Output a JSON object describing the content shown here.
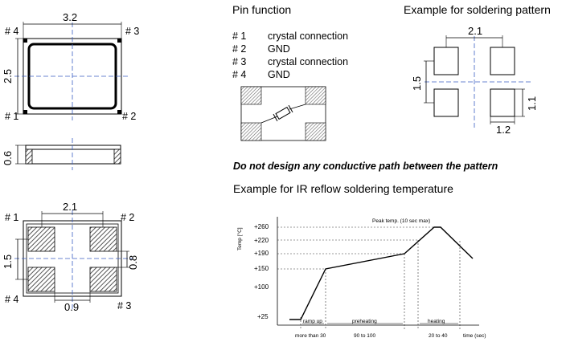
{
  "package_top": {
    "width_label": "3.2",
    "height_label": "2.5",
    "pin_labels": [
      "# 4",
      "# 3",
      "# 1",
      "# 2"
    ]
  },
  "package_side": {
    "height_label": "0.6"
  },
  "package_bottom": {
    "pitch_label": "2.1",
    "pad_height_label": "1.5",
    "pad_gap_label": "0.8",
    "pad_width_label": "0.9",
    "pin_labels": [
      "# 1",
      "# 2",
      "# 4",
      "# 3"
    ]
  },
  "pin_function": {
    "title": "Pin function",
    "rows": [
      {
        "pin": "# 1",
        "function": "crystal connection"
      },
      {
        "pin": "# 2",
        "function": "GND"
      },
      {
        "pin": "# 3",
        "function": "crystal connection"
      },
      {
        "pin": "# 4",
        "function": "GND"
      }
    ]
  },
  "soldering_pattern": {
    "title": "Example for soldering pattern",
    "pitch_label": "2.1",
    "height_label": "1.5",
    "pad_height_label": "1.1",
    "pad_width_label": "1.2"
  },
  "warning": "Do not design any conductive path between the pattern",
  "reflow": {
    "title": "Example for IR reflow soldering temperature",
    "peak_label": "Peak temp. (10 sec max)",
    "y_axis_label": "Temp [°C]",
    "y_ticks": [
      "+260",
      "+220",
      "+190",
      "+150",
      "+100",
      "+25"
    ],
    "phase_labels": [
      "ramp up",
      "preheating",
      "heating"
    ],
    "bottom_labels": [
      "more than 30",
      "90 to 100",
      "20 to 40",
      "time (sec)"
    ]
  },
  "colors": {
    "dash": "#3b5fc4",
    "hatch": "#555555",
    "line": "#000000"
  }
}
